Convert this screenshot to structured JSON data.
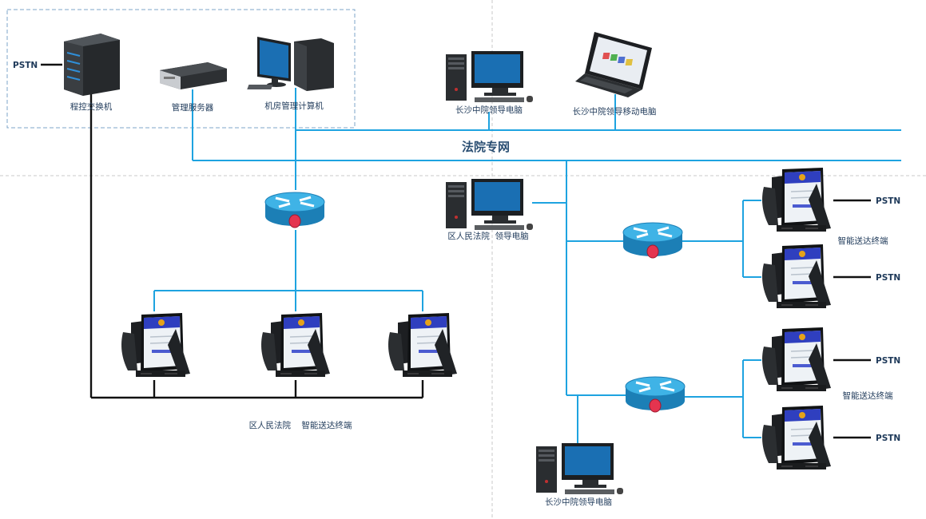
{
  "diagram": {
    "network_label": "法院专网",
    "pstn": "PSTN",
    "server_room": {
      "pbx": "程控交换机",
      "management_server": "管理服务器",
      "room_computer": "机房管理计算机"
    },
    "top_pc": "长沙中院领导电脑",
    "laptop": "长沙中院领导移动电脑",
    "district_pc": "区人民法院  领导电脑",
    "bottom_pc": "长沙中院领导电脑",
    "district_terminals": "区人民法院    智能送达终端",
    "terminals_a": "智能送达终端",
    "terminals_b": "智能送达终端"
  },
  "colors": {
    "network_line": "#1ea3e0",
    "pbx_line": "#111111",
    "label": "#1f3a5a"
  }
}
